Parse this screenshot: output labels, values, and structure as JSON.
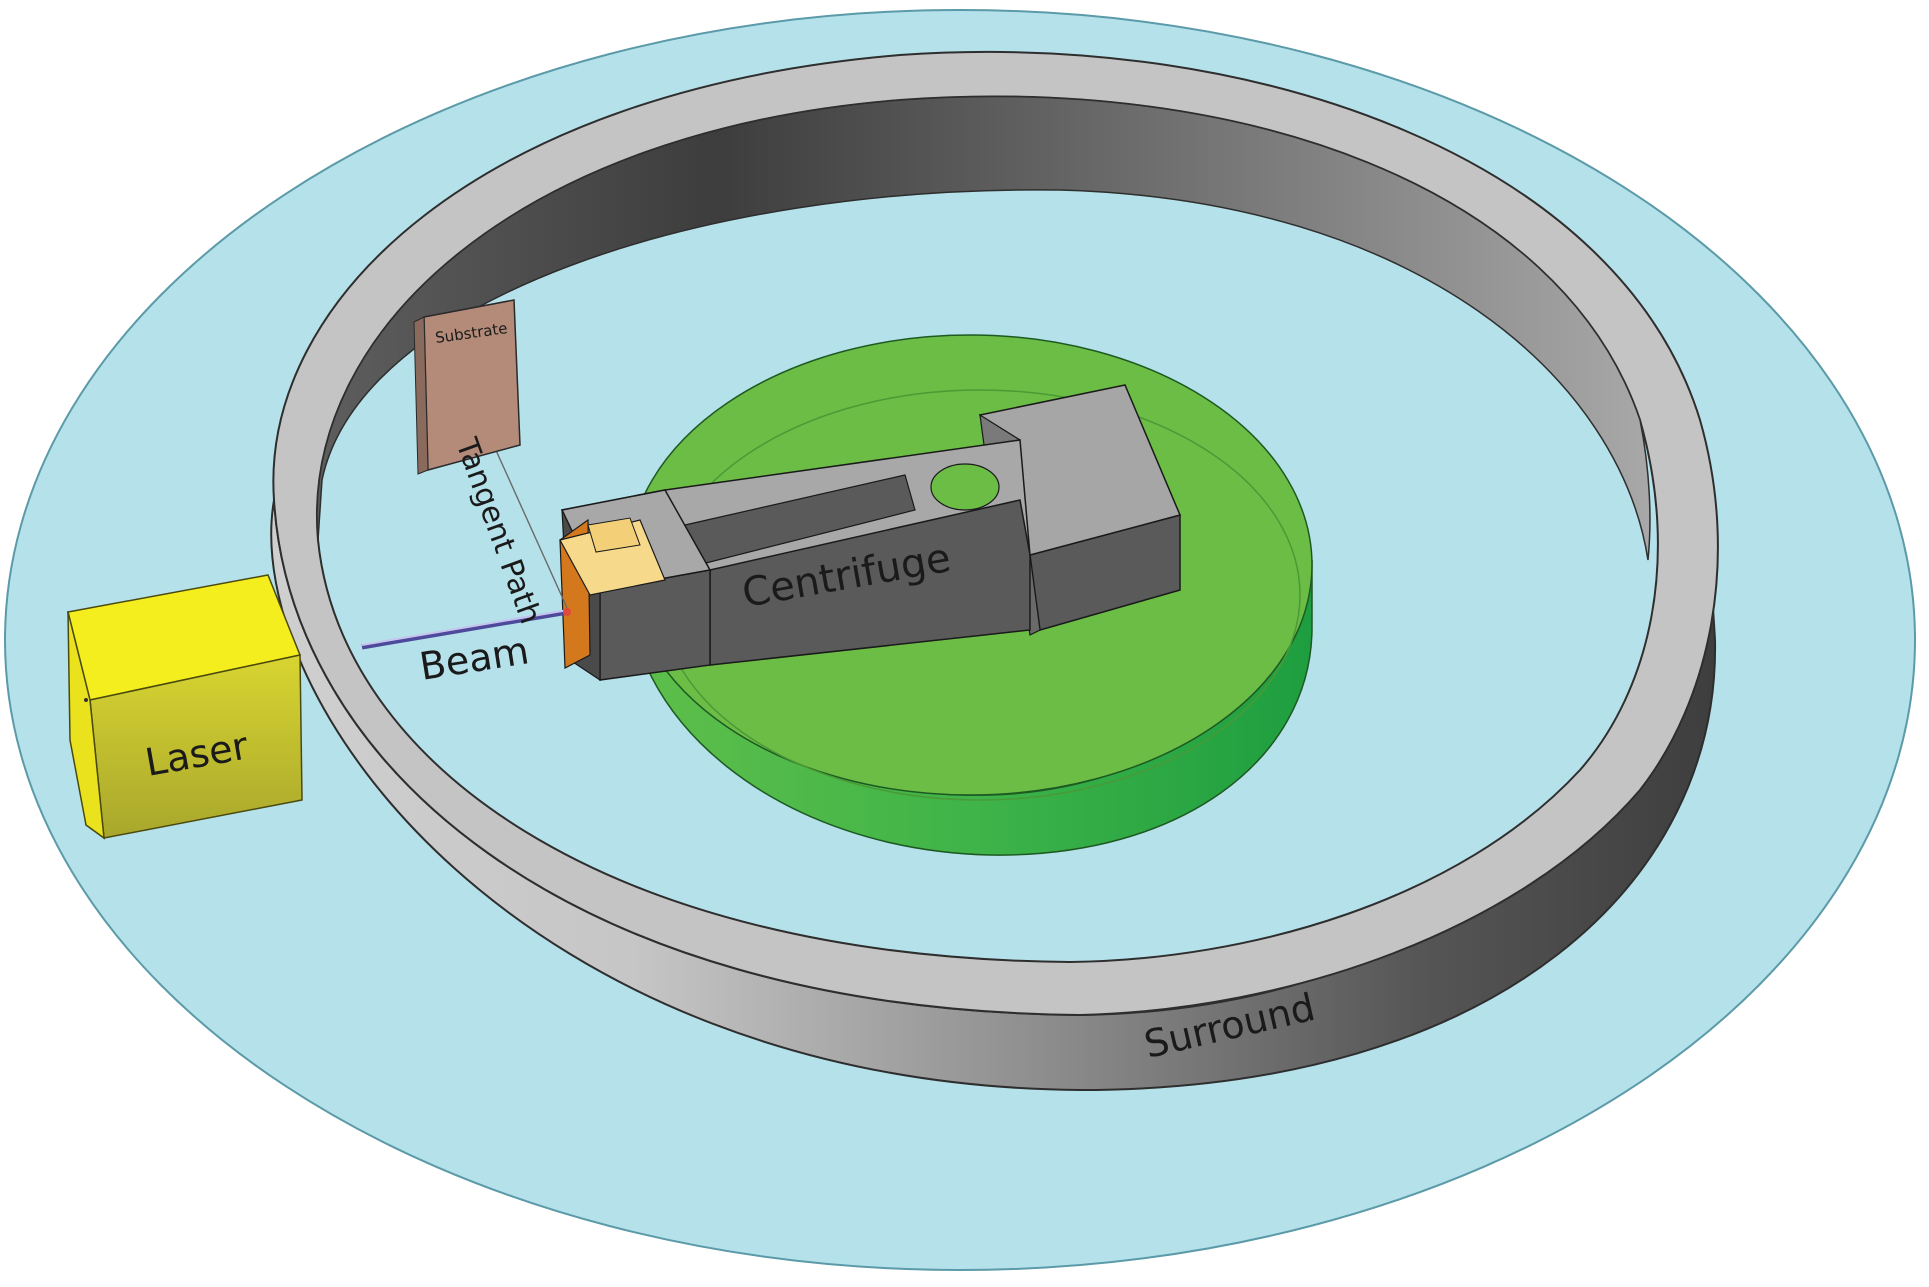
{
  "labels": {
    "substrate": "Substrate",
    "tangent_path": "Tangent Path",
    "centrifuge": "Centrifuge",
    "beam": "Beam",
    "laser": "Laser",
    "surround": "Surround"
  },
  "colors": {
    "base_plate": "#b5e1ea",
    "ring_light": "#d4d4d4",
    "ring_dark": "#4a4a4a",
    "turntable_top": "#6bbd45",
    "turntable_side": "#26b24a",
    "centrifuge_top": "#a6a6a6",
    "centrifuge_side": "#595959",
    "laser_front": "#b8b830",
    "laser_side": "#f2ec1c",
    "substrate": "#b38b78",
    "sample_block": "#f7d98c",
    "sample_holder": "#d4781e",
    "beam": "#8a87c8"
  }
}
